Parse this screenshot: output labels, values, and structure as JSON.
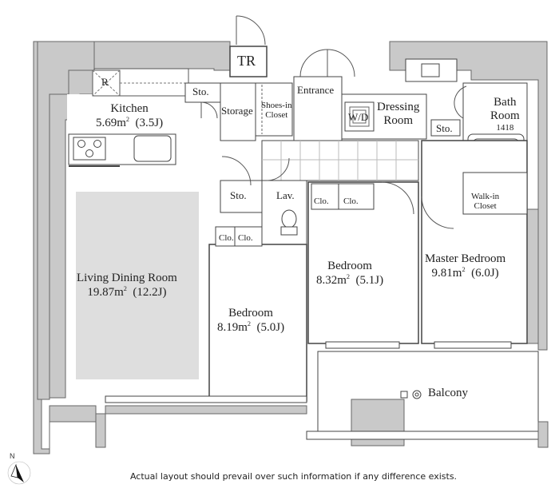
{
  "rooms": {
    "kitchen": {
      "name": "Kitchen",
      "area": "5.69",
      "jo": "(3.5J)"
    },
    "ldk": {
      "name": "Living Dining Room",
      "area": "19.87",
      "jo": "(12.2J)"
    },
    "bedroom_sw": {
      "name": "Bedroom",
      "area": "8.19",
      "jo": "(5.0J)"
    },
    "bedroom_mid": {
      "name": "Bedroom",
      "area": "8.32",
      "jo": "(5.1J)"
    },
    "master": {
      "name": "Master Bedroom",
      "area": "9.81",
      "jo": "(6.0J)"
    }
  },
  "area_unit": "m",
  "area_unit_sup": "2",
  "labels": {
    "tr": "TR",
    "entrance": "Entrance",
    "sto_kitchen": "Sto.",
    "storage": "Storage",
    "shoes_line1": "Shoes-in",
    "shoes_line2": "Closet",
    "wd": "W/D",
    "dressing_line1": "Dressing",
    "dressing_line2": "Room",
    "bath_line1": "Bath",
    "bath_line2": "Room",
    "bath_code": "1418",
    "sto_bath": "Sto.",
    "sto_hall": "Sto.",
    "lav": "Lav.",
    "clo_a": "Clo.",
    "clo_b": "Clo.",
    "clo_c": "Clo.",
    "clo_d": "Clo.",
    "walkin_line1": "Walk-in",
    "walkin_line2": "Closet",
    "balcony": "Balcony",
    "fridge": "R",
    "north": "N"
  },
  "footer_note": "Actual layout should prevail over such information if any difference exists."
}
